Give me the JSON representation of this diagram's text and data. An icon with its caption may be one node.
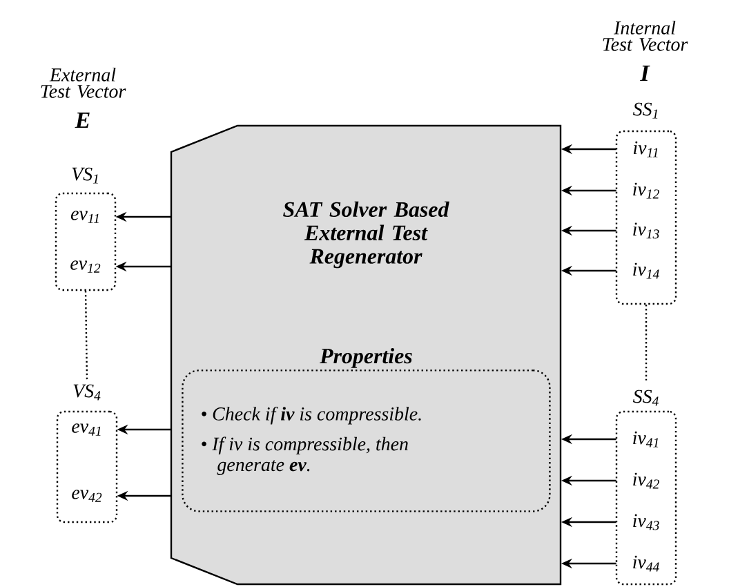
{
  "diagram": {
    "nodes": [
      {
        "text": [
          "SAT Solver Based External Test Regenerator"
        ]
      },
      {
        "text": [
          "Properties",
          "• Check if **iv** is compressible.",
          "• If iv is compressible, then generate **ev**."
        ],
        "in": 0
      },
      {
        "text": [
          "VS$_{1}$"
        ]
      },
      {
        "text": [
          "ev$_{11}$"
        ],
        "in": 2
      },
      {
        "text": [
          "ev$_{12}$"
        ],
        "in": 2
      },
      {
        "text": [
          "VS$_{4}$"
        ]
      },
      {
        "text": [
          "ev$_{41}$"
        ],
        "in": 5
      },
      {
        "text": [
          "ev$_{42}$"
        ],
        "in": 5
      },
      {
        "text": [
          "SS$_{1}$"
        ]
      },
      {
        "text": [
          "iv$_{11}$"
        ],
        "in": 8
      },
      {
        "text": [
          "iv$_{12}$"
        ],
        "in": 8
      },
      {
        "text": [
          "iv$_{13}$"
        ],
        "in": 8
      },
      {
        "text": [
          "iv$_{14}$"
        ],
        "in": 8
      },
      {
        "text": [
          "SS$_{4}$"
        ]
      },
      {
        "text": [
          "iv$_{41}$"
        ],
        "in": 13
      },
      {
        "text": [
          "iv$_{42}$"
        ],
        "in": 13
      },
      {
        "text": [
          "iv$_{43}$"
        ],
        "in": 13
      },
      {
        "text": [
          "iv$_{44}$"
        ],
        "in": 13
      }
    ],
    "edges": [
      {
        "from": 0,
        "to": 3,
        "arrow": "to"
      },
      {
        "from": 0,
        "to": 4,
        "arrow": "to"
      },
      {
        "from": 0,
        "to": 6,
        "arrow": "to"
      },
      {
        "from": 0,
        "to": 7,
        "arrow": "to"
      },
      {
        "from": 9,
        "to": 0,
        "arrow": "to"
      },
      {
        "from": 10,
        "to": 0,
        "arrow": "to"
      },
      {
        "from": 11,
        "to": 0,
        "arrow": "to"
      },
      {
        "from": 12,
        "to": 0,
        "arrow": "to"
      },
      {
        "from": 14,
        "to": 0,
        "arrow": "to"
      },
      {
        "from": 15,
        "to": 0,
        "arrow": "to"
      },
      {
        "from": 16,
        "to": 0,
        "arrow": "to"
      },
      {
        "from": 17,
        "to": 0,
        "arrow": "to"
      },
      {
        "from": 2,
        "to": 5,
        "arrow": "none",
        "style": "dashed"
      },
      {
        "from": 8,
        "to": 13,
        "arrow": "none",
        "style": "dashed"
      }
    ],
    "labels": [
      "External Test Vector",
      "E",
      "Internal Test Vector",
      "I"
    ]
  }
}
